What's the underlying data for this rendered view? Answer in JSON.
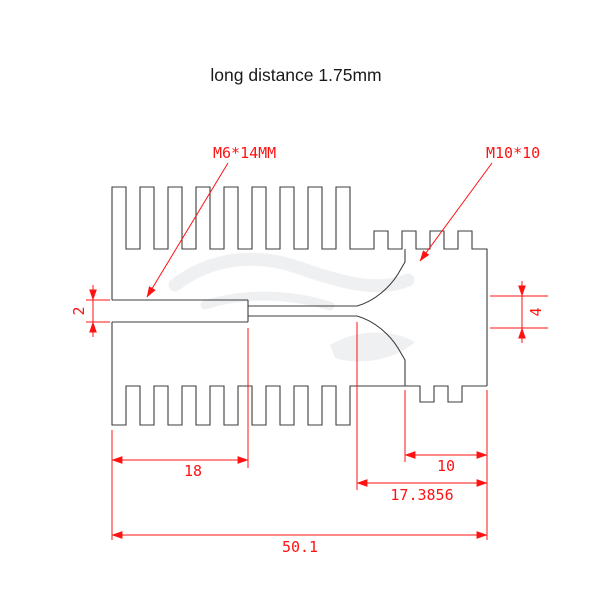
{
  "header": {
    "title": "long distance 1.75mm"
  },
  "drawing": {
    "labels": {
      "left_thread": "M6*14MM",
      "right_thread": "M10*10"
    },
    "dimensions": {
      "left_bore": "2",
      "right_bore": "4",
      "left_section": "18",
      "right_section": "10",
      "transition": "17.3856",
      "overall": "50.1"
    }
  },
  "colors": {
    "dimension_red": "#ff1212",
    "outline_black": "#3c3c3c",
    "watermark_gray": "#8a93a0",
    "background": "#ffffff"
  }
}
